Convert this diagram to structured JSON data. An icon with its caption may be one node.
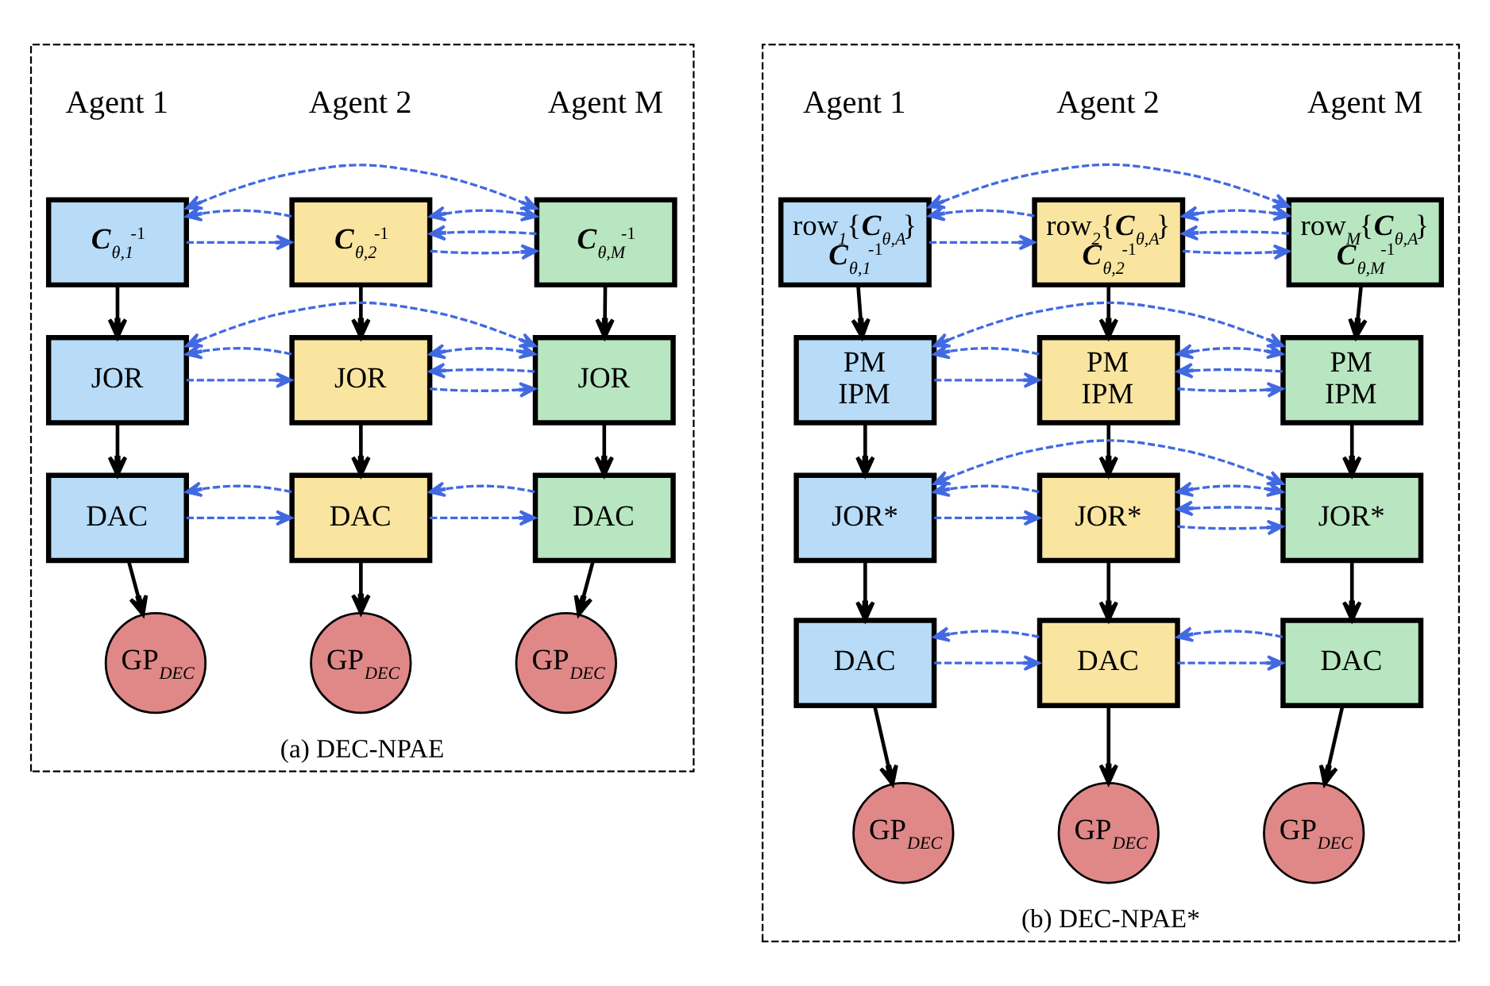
{
  "diagram": {
    "nodes": [
      {
        "text": [
          "(a) DEC-NPAE"
        ]
      },
      {
        "text": [
          "**C**$_{θ,1}$$^{-1}$"
        ],
        "in": 0
      },
      {
        "text": [
          "**C**$_{θ,2}$$^{-1}$"
        ],
        "in": 0
      },
      {
        "text": [
          "**C**$_{θ,M}$$^{-1}$"
        ],
        "in": 0
      },
      {
        "text": [
          "JOR"
        ],
        "in": 0
      },
      {
        "text": [
          "JOR"
        ],
        "in": 0
      },
      {
        "text": [
          "JOR"
        ],
        "in": 0
      },
      {
        "text": [
          "DAC"
        ],
        "in": 0
      },
      {
        "text": [
          "DAC"
        ],
        "in": 0
      },
      {
        "text": [
          "DAC"
        ],
        "in": 0
      },
      {
        "text": [
          "GP$_{DEC}$"
        ],
        "in": 0
      },
      {
        "text": [
          "GP$_{DEC}$"
        ],
        "in": 0
      },
      {
        "text": [
          "GP$_{DEC}$"
        ],
        "in": 0
      },
      {
        "text": [
          "(b) DEC-NPAE*"
        ]
      },
      {
        "text": [
          "row$_{1}${**C**$_{θ,A}$}",
          "**C**$_{θ,1}$$^{-1}$"
        ],
        "in": 13
      },
      {
        "text": [
          "row$_{2}${**C**$_{θ,A}$}",
          "**C**$_{θ,2}$$^{-1}$"
        ],
        "in": 13
      },
      {
        "text": [
          "row$_{M}${**C**$_{θ,A}$}",
          "**C**$_{θ,M}$$^{-1}$"
        ],
        "in": 13
      },
      {
        "text": [
          "PM",
          "IPM"
        ],
        "in": 13
      },
      {
        "text": [
          "PM",
          "IPM"
        ],
        "in": 13
      },
      {
        "text": [
          "PM",
          "IPM"
        ],
        "in": 13
      },
      {
        "text": [
          "JOR*"
        ],
        "in": 13
      },
      {
        "text": [
          "JOR*"
        ],
        "in": 13
      },
      {
        "text": [
          "JOR*"
        ],
        "in": 13
      },
      {
        "text": [
          "DAC"
        ],
        "in": 13
      },
      {
        "text": [
          "DAC"
        ],
        "in": 13
      },
      {
        "text": [
          "DAC"
        ],
        "in": 13
      },
      {
        "text": [
          "GP$_{DEC}$"
        ],
        "in": 13
      },
      {
        "text": [
          "GP$_{DEC}$"
        ],
        "in": 13
      },
      {
        "text": [
          "GP$_{DEC}$"
        ],
        "in": 13
      }
    ],
    "edges": [
      {
        "from": 1,
        "to": 2,
        "arrow": "to",
        "style": "dashed",
        "color": "#4169e1"
      },
      {
        "from": 2,
        "to": 1,
        "arrow": "to",
        "style": "dashed",
        "color": "#4169e1"
      },
      {
        "from": 2,
        "to": 3,
        "arrow": "to",
        "style": "dashed",
        "color": "#4169e1"
      },
      {
        "from": 3,
        "to": 2,
        "arrow": "to",
        "style": "dashed",
        "color": "#4169e1"
      },
      {
        "from": 1,
        "to": 3,
        "arrow": "both",
        "style": "dashed",
        "color": "#4169e1"
      },
      {
        "from": 2,
        "to": 3,
        "arrow": "both",
        "style": "dashed",
        "color": "#4169e1"
      },
      {
        "from": 4,
        "to": 5,
        "arrow": "to",
        "style": "dashed",
        "color": "#4169e1"
      },
      {
        "from": 5,
        "to": 4,
        "arrow": "to",
        "style": "dashed",
        "color": "#4169e1"
      },
      {
        "from": 5,
        "to": 6,
        "arrow": "to",
        "style": "dashed",
        "color": "#4169e1"
      },
      {
        "from": 6,
        "to": 5,
        "arrow": "to",
        "style": "dashed",
        "color": "#4169e1"
      },
      {
        "from": 4,
        "to": 6,
        "arrow": "both",
        "style": "dashed",
        "color": "#4169e1"
      },
      {
        "from": 5,
        "to": 6,
        "arrow": "both",
        "style": "dashed",
        "color": "#4169e1"
      },
      {
        "from": 7,
        "to": 8,
        "arrow": "to",
        "style": "dashed",
        "color": "#4169e1"
      },
      {
        "from": 8,
        "to": 7,
        "arrow": "to",
        "style": "dashed",
        "color": "#4169e1"
      },
      {
        "from": 8,
        "to": 9,
        "arrow": "to",
        "style": "dashed",
        "color": "#4169e1"
      },
      {
        "from": 9,
        "to": 8,
        "arrow": "to",
        "style": "dashed",
        "color": "#4169e1"
      },
      {
        "from": 1,
        "to": 4,
        "arrow": "to",
        "color": "#000000"
      },
      {
        "from": 2,
        "to": 5,
        "arrow": "to",
        "color": "#000000"
      },
      {
        "from": 3,
        "to": 6,
        "arrow": "to",
        "color": "#000000"
      },
      {
        "from": 4,
        "to": 7,
        "arrow": "to",
        "color": "#000000"
      },
      {
        "from": 5,
        "to": 8,
        "arrow": "to",
        "color": "#000000"
      },
      {
        "from": 6,
        "to": 9,
        "arrow": "to",
        "color": "#000000"
      },
      {
        "from": 7,
        "to": 10,
        "arrow": "to",
        "color": "#000000"
      },
      {
        "from": 8,
        "to": 11,
        "arrow": "to",
        "color": "#000000"
      },
      {
        "from": 9,
        "to": 12,
        "arrow": "to",
        "color": "#000000"
      },
      {
        "from": 14,
        "to": 15,
        "arrow": "to",
        "style": "dashed",
        "color": "#4169e1"
      },
      {
        "from": 15,
        "to": 14,
        "arrow": "to",
        "style": "dashed",
        "color": "#4169e1"
      },
      {
        "from": 15,
        "to": 16,
        "arrow": "to",
        "style": "dashed",
        "color": "#4169e1"
      },
      {
        "from": 16,
        "to": 15,
        "arrow": "to",
        "style": "dashed",
        "color": "#4169e1"
      },
      {
        "from": 14,
        "to": 16,
        "arrow": "both",
        "style": "dashed",
        "color": "#4169e1"
      },
      {
        "from": 15,
        "to": 16,
        "arrow": "both",
        "style": "dashed",
        "color": "#4169e1"
      },
      {
        "from": 17,
        "to": 18,
        "arrow": "to",
        "style": "dashed",
        "color": "#4169e1"
      },
      {
        "from": 18,
        "to": 17,
        "arrow": "to",
        "style": "dashed",
        "color": "#4169e1"
      },
      {
        "from": 18,
        "to": 19,
        "arrow": "to",
        "style": "dashed",
        "color": "#4169e1"
      },
      {
        "from": 19,
        "to": 18,
        "arrow": "to",
        "style": "dashed",
        "color": "#4169e1"
      },
      {
        "from": 17,
        "to": 19,
        "arrow": "both",
        "style": "dashed",
        "color": "#4169e1"
      },
      {
        "from": 18,
        "to": 19,
        "arrow": "both",
        "style": "dashed",
        "color": "#4169e1"
      },
      {
        "from": 20,
        "to": 21,
        "arrow": "to",
        "style": "dashed",
        "color": "#4169e1"
      },
      {
        "from": 21,
        "to": 20,
        "arrow": "to",
        "style": "dashed",
        "color": "#4169e1"
      },
      {
        "from": 21,
        "to": 22,
        "arrow": "to",
        "style": "dashed",
        "color": "#4169e1"
      },
      {
        "from": 22,
        "to": 21,
        "arrow": "to",
        "style": "dashed",
        "color": "#4169e1"
      },
      {
        "from": 20,
        "to": 22,
        "arrow": "both",
        "style": "dashed",
        "color": "#4169e1"
      },
      {
        "from": 21,
        "to": 22,
        "arrow": "both",
        "style": "dashed",
        "color": "#4169e1"
      },
      {
        "from": 23,
        "to": 24,
        "arrow": "to",
        "style": "dashed",
        "color": "#4169e1"
      },
      {
        "from": 24,
        "to": 23,
        "arrow": "to",
        "style": "dashed",
        "color": "#4169e1"
      },
      {
        "from": 24,
        "to": 25,
        "arrow": "to",
        "style": "dashed",
        "color": "#4169e1"
      },
      {
        "from": 25,
        "to": 24,
        "arrow": "to",
        "style": "dashed",
        "color": "#4169e1"
      },
      {
        "from": 14,
        "to": 17,
        "arrow": "to",
        "color": "#000000"
      },
      {
        "from": 15,
        "to": 18,
        "arrow": "to",
        "color": "#000000"
      },
      {
        "from": 16,
        "to": 19,
        "arrow": "to",
        "color": "#000000"
      },
      {
        "from": 17,
        "to": 20,
        "arrow": "to",
        "color": "#000000"
      },
      {
        "from": 18,
        "to": 21,
        "arrow": "to",
        "color": "#000000"
      },
      {
        "from": 19,
        "to": 22,
        "arrow": "to",
        "color": "#000000"
      },
      {
        "from": 20,
        "to": 23,
        "arrow": "to",
        "color": "#000000"
      },
      {
        "from": 21,
        "to": 24,
        "arrow": "to",
        "color": "#000000"
      },
      {
        "from": 22,
        "to": 25,
        "arrow": "to",
        "color": "#000000"
      },
      {
        "from": 23,
        "to": 26,
        "arrow": "to",
        "color": "#000000"
      },
      {
        "from": 24,
        "to": 27,
        "arrow": "to",
        "color": "#000000"
      },
      {
        "from": 25,
        "to": 28,
        "arrow": "to",
        "color": "#000000"
      }
    ],
    "labels": [
      "Agent 1",
      "Agent 2",
      "Agent M",
      "Agent 1",
      "Agent 2",
      "Agent M"
    ]
  }
}
